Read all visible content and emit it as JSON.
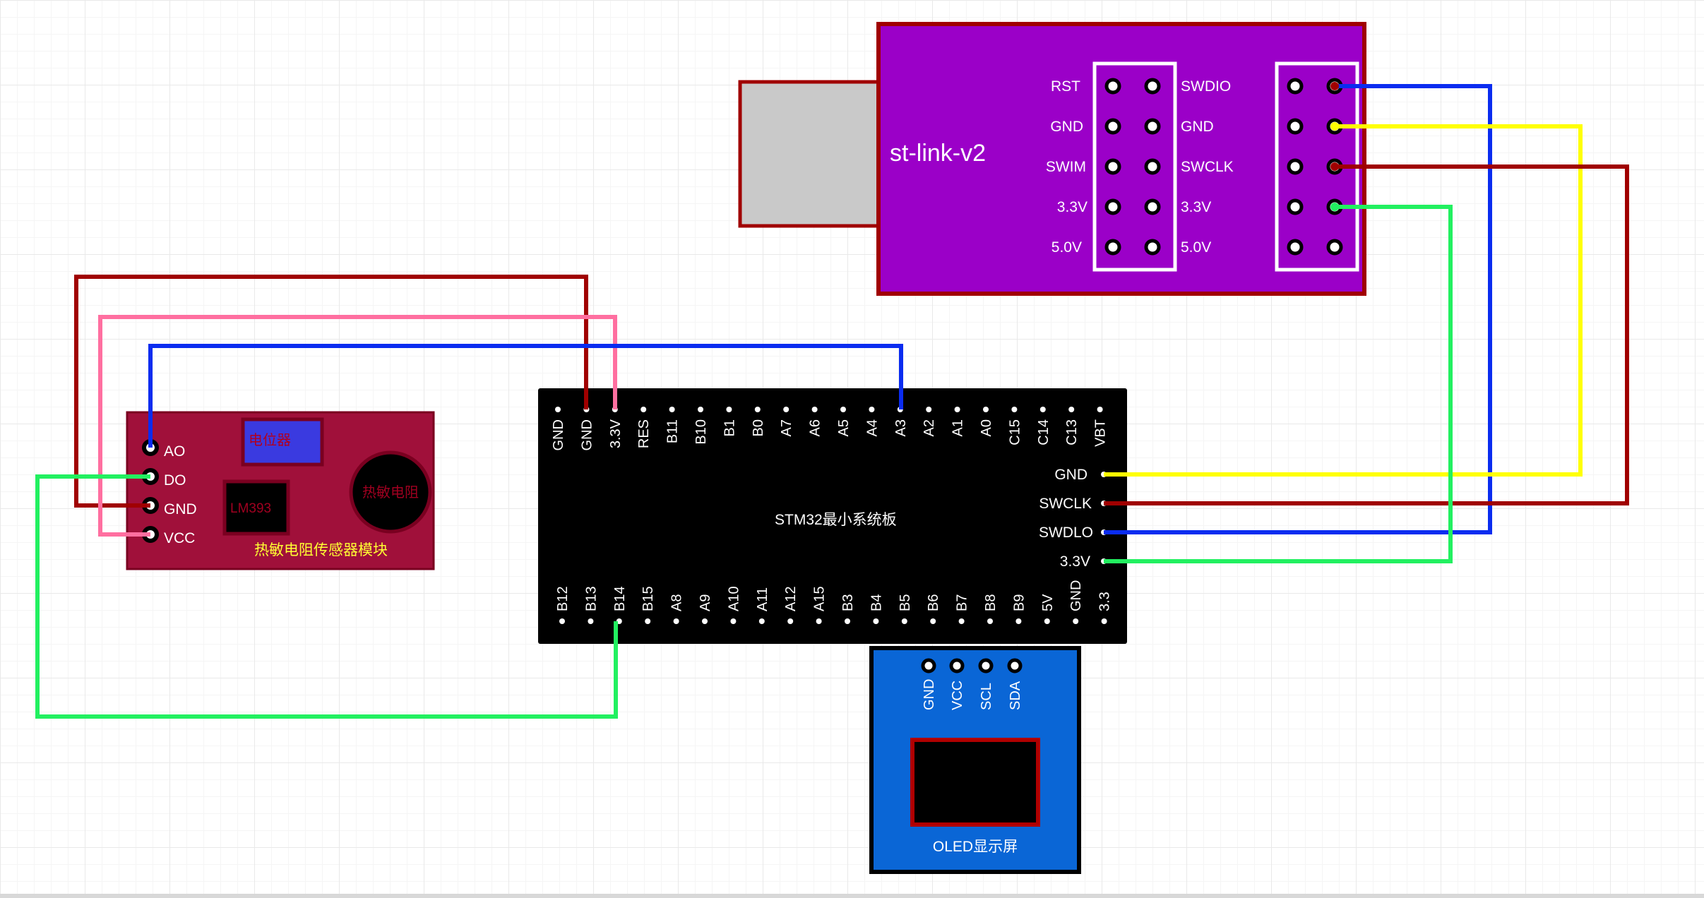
{
  "colors": {
    "wire_red": "#a00000",
    "wire_pink": "#ff6fa0",
    "wire_blue": "#0a2cf0",
    "wire_yellow": "#ffff00",
    "wire_green": "#22f060",
    "stlink_body": "#9b00c8",
    "stlink_border": "#a00000",
    "usb_plug": "#c9c9c9",
    "mcu_body": "#000000",
    "sensor_body": "#a0103a",
    "potentiometer": "#3a3ae0",
    "oled_body": "#0a66d6",
    "label_yellow": "#ffff33"
  },
  "stlink": {
    "title": "st-link-v2",
    "left_labels": [
      "RST",
      "GND",
      "SWIM",
      "3.3V",
      "5.0V"
    ],
    "right_labels": [
      "SWDIO",
      "GND",
      "SWCLK",
      "3.3V",
      "5.0V"
    ]
  },
  "mcu": {
    "title": "STM32最小系统板",
    "top_pins": [
      "GND",
      "GND",
      "3.3V",
      "RES",
      "B11",
      "B10",
      "B1",
      "B0",
      "A7",
      "A6",
      "A5",
      "A4",
      "A3",
      "A2",
      "A1",
      "A0",
      "C15",
      "C14",
      "C13",
      "VBT"
    ],
    "bottom_pins": [
      "B12",
      "B13",
      "B14",
      "B15",
      "A8",
      "A9",
      "A10",
      "A11",
      "A12",
      "A15",
      "B3",
      "B4",
      "B5",
      "B6",
      "B7",
      "B8",
      "B9",
      "5V",
      "GND",
      "3.3"
    ],
    "right_pins": [
      "GND",
      "SWCLK",
      "SWDLO",
      "3.3V"
    ]
  },
  "sensor": {
    "title": "热敏电阻传感器模块",
    "pins": [
      "AO",
      "DO",
      "GND",
      "VCC"
    ],
    "potentiometer_label": "电位器",
    "chip_label": "LM393",
    "thermistor_label": "热敏电阻"
  },
  "oled": {
    "title": "OLED显示屏",
    "pins": [
      "GND",
      "VCC",
      "SCL",
      "SDA"
    ]
  }
}
